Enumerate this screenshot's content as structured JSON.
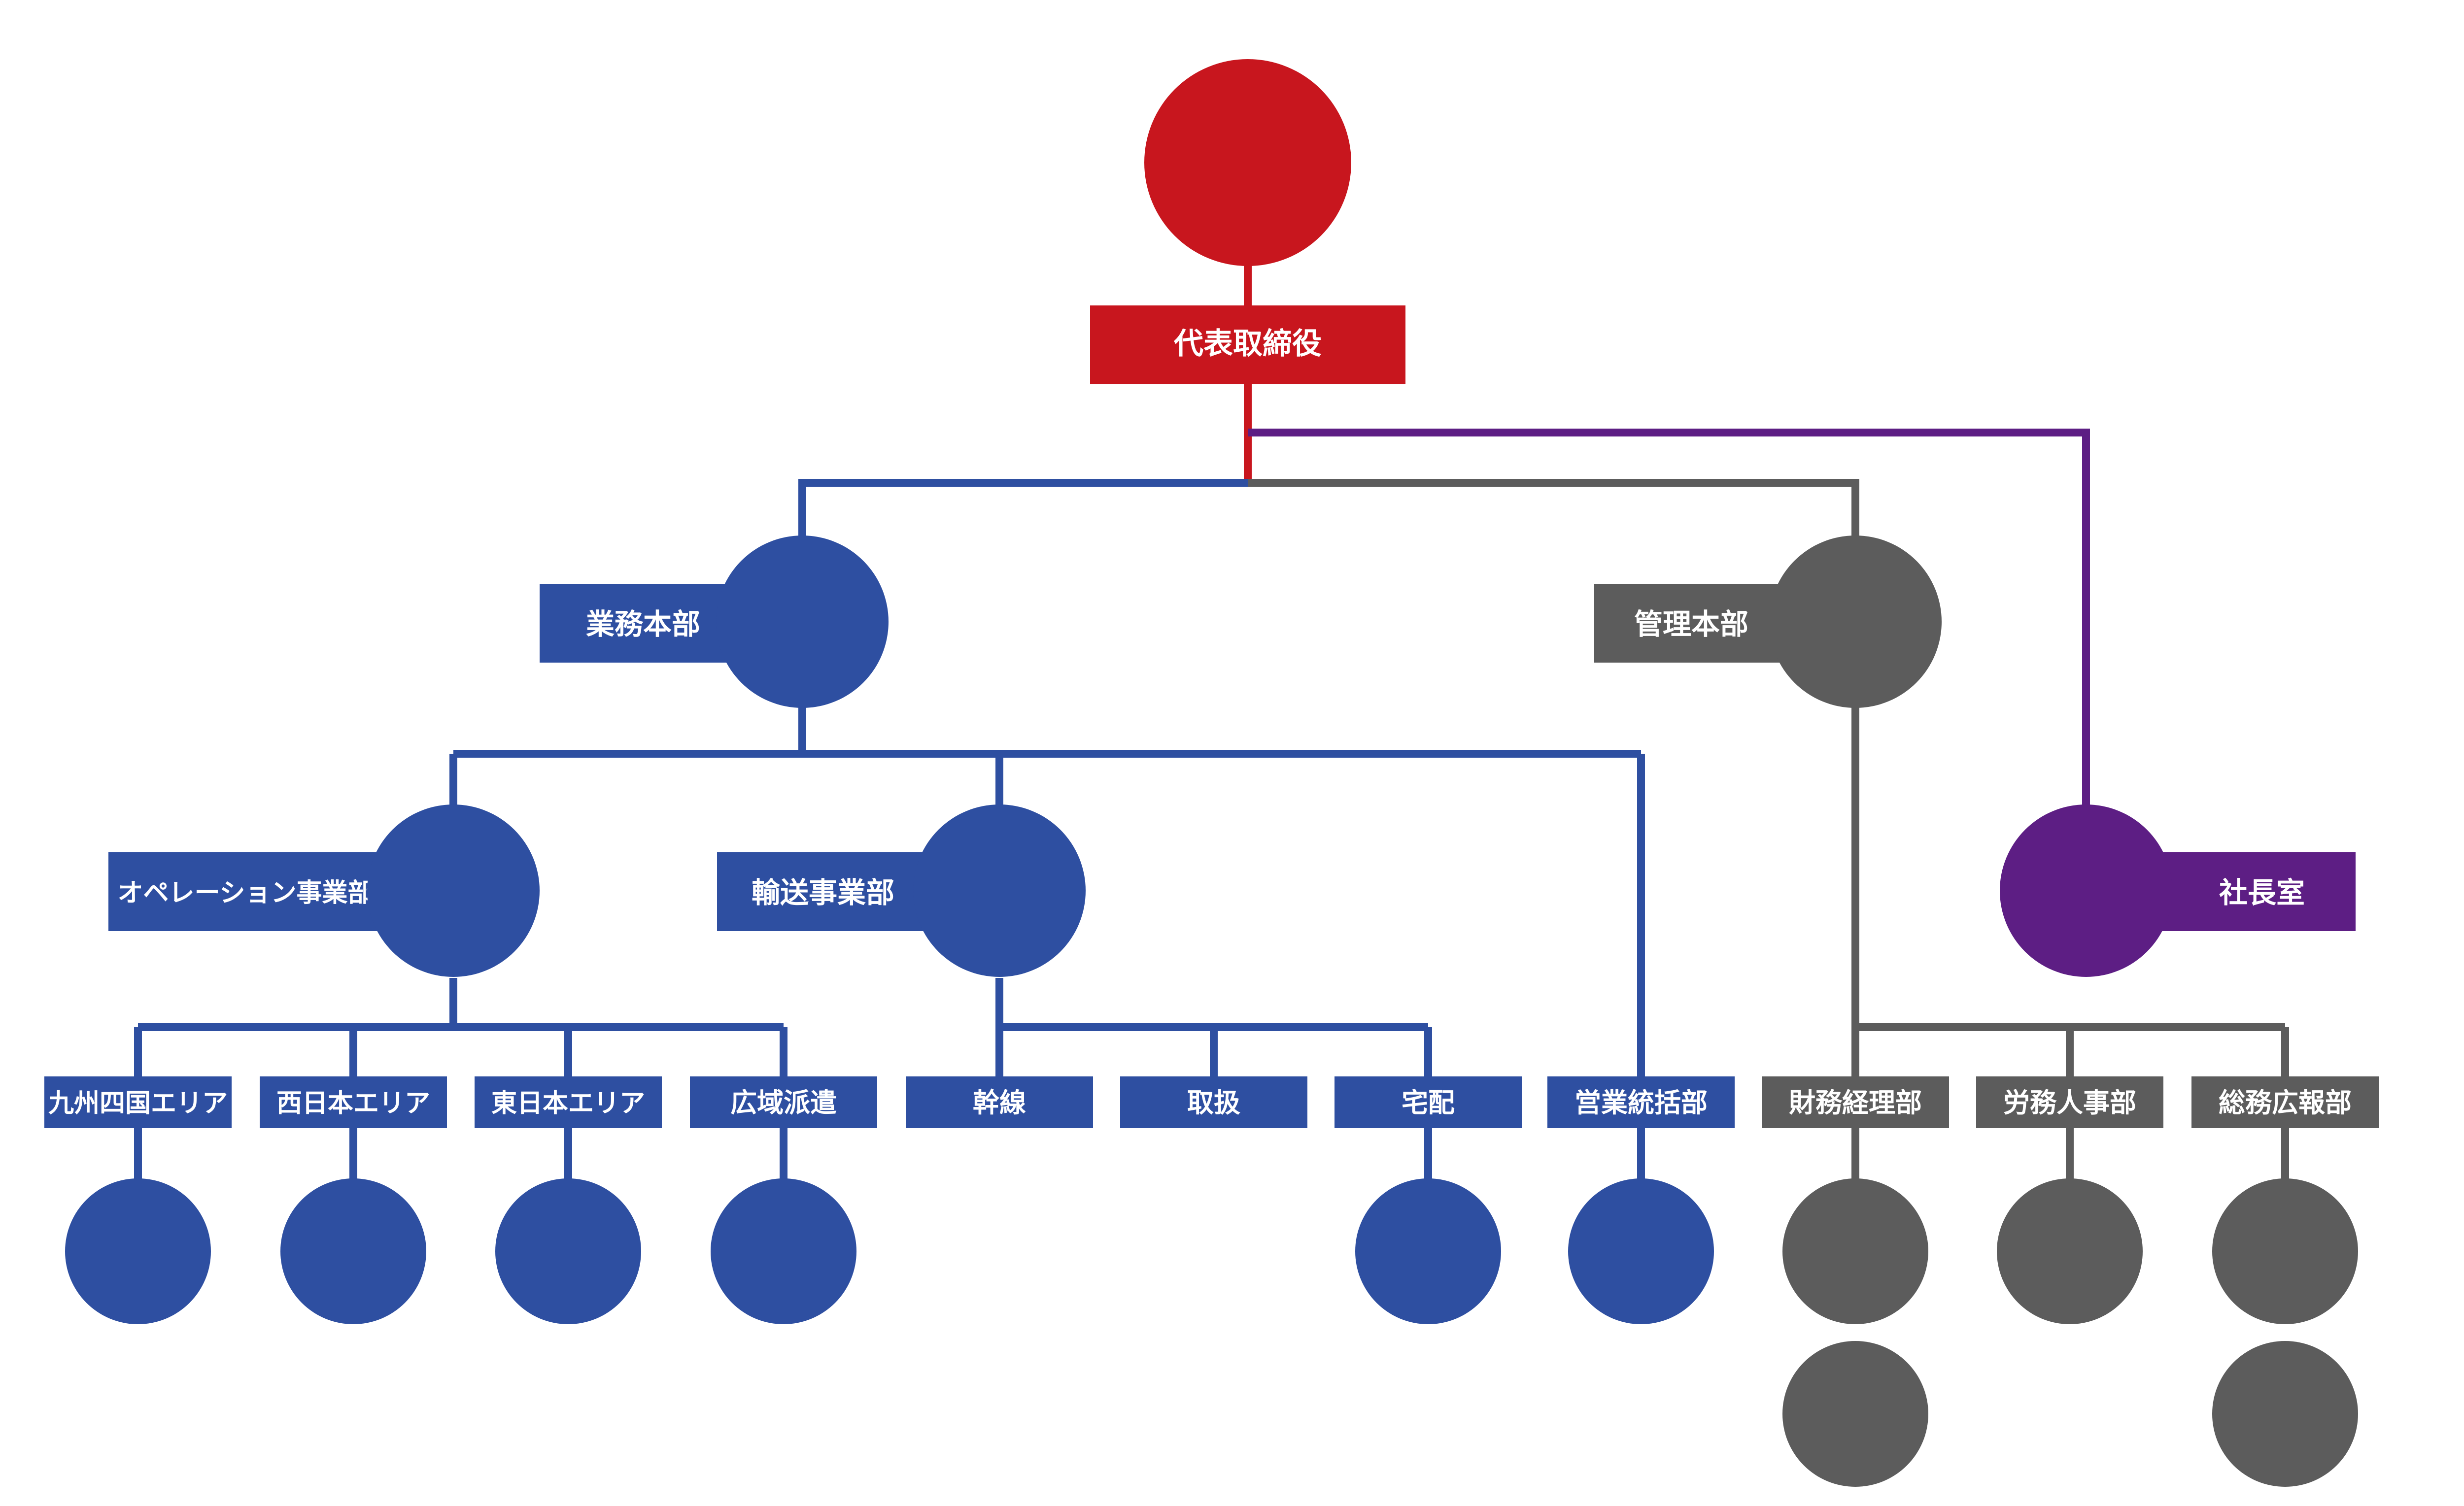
{
  "colors": {
    "ceo": "#c8161e",
    "business": "#2e4fa1",
    "admin": "#5c5c5c",
    "office": "#5d1e84",
    "avatar_bg": "#c9d3dc",
    "suit": "#2b3447",
    "skin": "#e8c7ad",
    "hair": "#2a2522"
  },
  "ceo": {
    "title": "代表取締役",
    "icon": "ceo-portrait"
  },
  "divisions": {
    "business": {
      "title": "業務本部",
      "icon": "executive-portrait"
    },
    "admin": {
      "title": "管理本部",
      "icon": "executive-portrait"
    },
    "office": {
      "title": "社長室",
      "icon": "executive-portrait"
    }
  },
  "business_units": {
    "operations": {
      "title": "オペレーション事業部"
    },
    "transport": {
      "title": "輸送事業部"
    }
  },
  "departments": {
    "kyushu": "九州四国エリア",
    "west": "西日本エリア",
    "east": "東日本エリア",
    "dispatch": "広域派遣",
    "trunk": "幹線",
    "handling": "取扱",
    "delivery": "宅配",
    "sales": "営業統括部",
    "finance": "財務経理部",
    "hr": "労務人事部",
    "pr": "総務広報部"
  }
}
